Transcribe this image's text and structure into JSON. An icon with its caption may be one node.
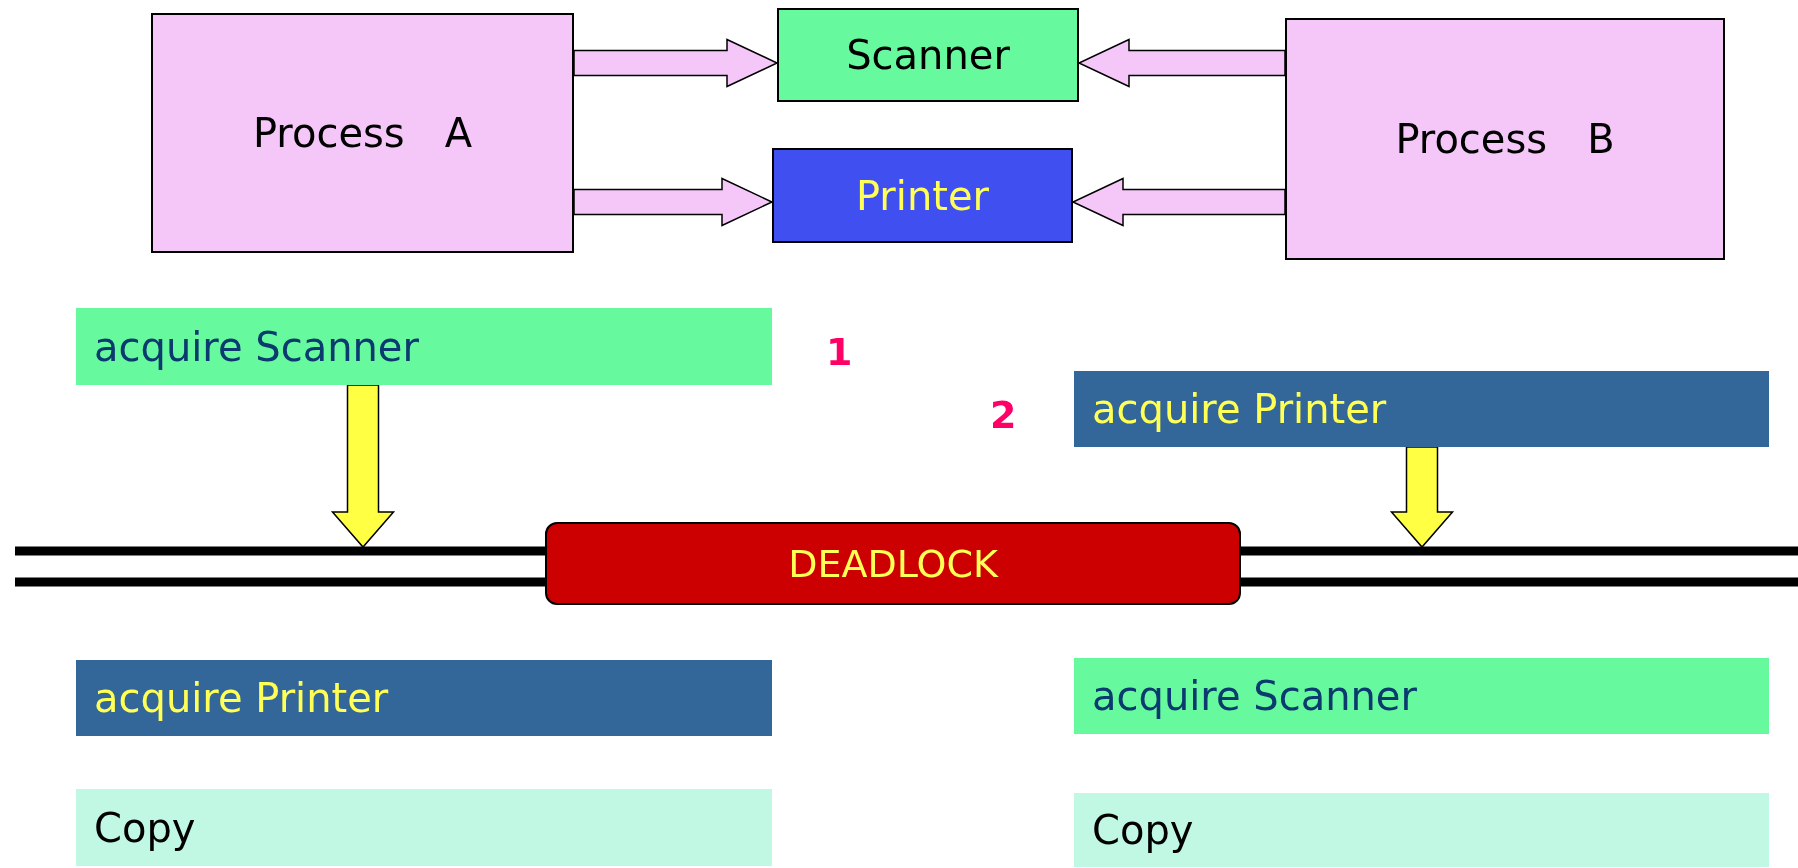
{
  "diagram": {
    "nodes": [
      {
        "text": [
          "Process　A"
        ]
      },
      {
        "text": [
          "Scanner"
        ]
      },
      {
        "text": [
          "Printer"
        ]
      },
      {
        "text": [
          "Process　B"
        ]
      },
      {
        "text": [
          "acquire Scanner"
        ]
      },
      {
        "text": [
          "acquire Printer"
        ]
      },
      {
        "text": [
          "DEADLOCK"
        ]
      },
      {
        "text": [
          "acquire Printer"
        ]
      },
      {
        "text": [
          "acquire Scanner"
        ]
      },
      {
        "text": [
          "Copy"
        ]
      },
      {
        "text": [
          "Copy"
        ]
      }
    ],
    "edges": [
      {
        "from": 0,
        "to": 1,
        "arrow": "to"
      },
      {
        "from": 0,
        "to": 2,
        "arrow": "to"
      },
      {
        "from": 3,
        "to": 1,
        "arrow": "to"
      },
      {
        "from": 3,
        "to": 2,
        "arrow": "to"
      },
      {
        "from": 4,
        "to": null,
        "arrow": "to",
        "color": "#ffff44"
      },
      {
        "from": 5,
        "to": null,
        "arrow": "to",
        "color": "#ffff44"
      }
    ],
    "labels": [
      "1",
      "2"
    ]
  }
}
